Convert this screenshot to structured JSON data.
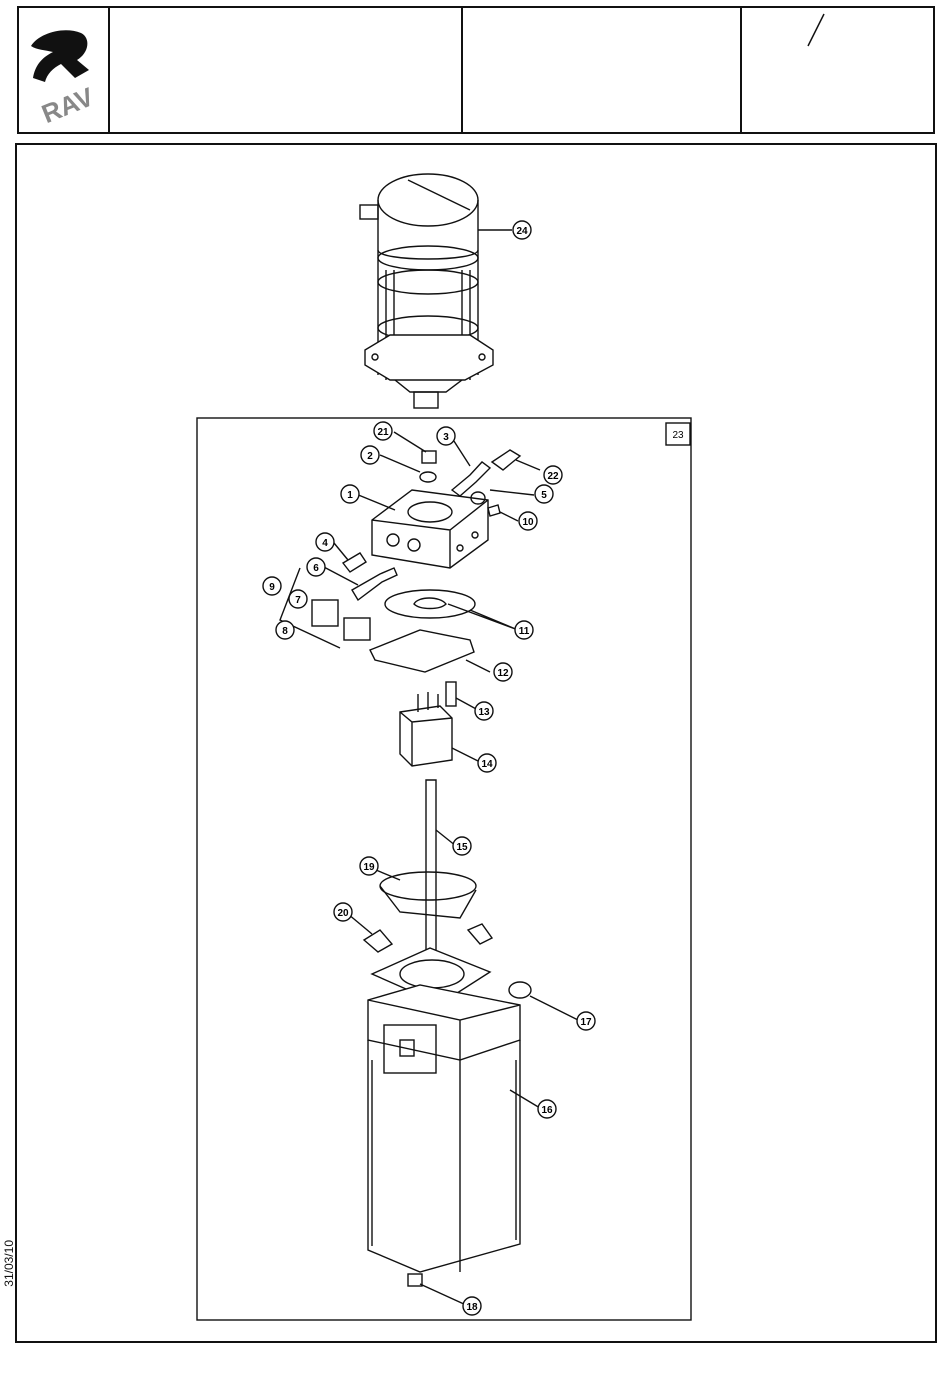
{
  "header": {
    "logo_text": "RAV",
    "cell2_text": "",
    "cell3_text": "",
    "page_separator": "/"
  },
  "side_date": "31/03/10",
  "assembly_box_label": "23",
  "callouts": [
    "24",
    "21",
    "3",
    "2",
    "22",
    "5",
    "1",
    "10",
    "4",
    "6",
    "9",
    "7",
    "8",
    "11",
    "12",
    "13",
    "14",
    "15",
    "19",
    "20",
    "17",
    "16",
    "18"
  ]
}
